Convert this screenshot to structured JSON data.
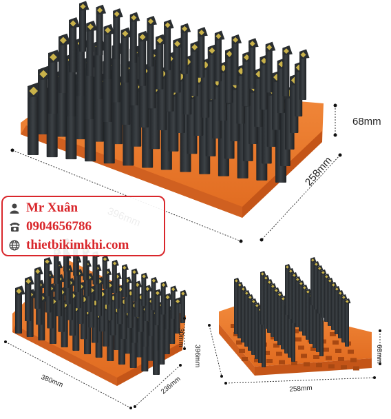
{
  "dimensions": {
    "top": {
      "height": "68mm",
      "depth": "258mm",
      "width": "396mm"
    },
    "bottom_left": {
      "height": "30mm",
      "depth": "236mm",
      "width": "380mm"
    },
    "bottom_right": {
      "depth": "396mm",
      "height": "68mm",
      "width": "258mm"
    }
  },
  "contact": {
    "name": "Mr Xuân",
    "phone": "0904656786",
    "website": "thietbikimkhi.com",
    "icons": [
      "person-icon",
      "phone-icon",
      "globe-icon"
    ],
    "color": "#d9262b"
  },
  "colors": {
    "tray": "#ee7a2c",
    "tray_dark": "#c95a18",
    "holder": "#2f3336",
    "insert": "#c9b24a"
  }
}
